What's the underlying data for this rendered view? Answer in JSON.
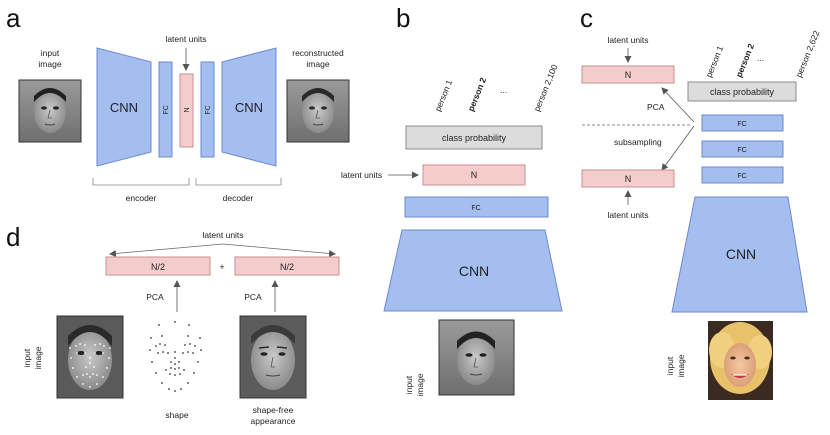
{
  "colors": {
    "blue_fill": "#a4bef0",
    "blue_stroke": "#6d8ad0",
    "pink_fill": "#f5cccc",
    "pink_stroke": "#c98f8f",
    "grey_fill": "#dcdcdc",
    "grey_stroke": "#8c8c8c"
  },
  "panels": {
    "a": "a",
    "b": "b",
    "c": "c",
    "d": "d"
  },
  "a": {
    "input_image_1": "input",
    "input_image_2": "image",
    "latent_units": "latent units",
    "cnn_left": "CNN",
    "fc_left": "FC",
    "n": "N",
    "fc_right": "FC",
    "cnn_right": "CNN",
    "recon_1": "reconstructed",
    "recon_2": "image",
    "encoder": "encoder",
    "decoder": "decoder"
  },
  "b": {
    "persons": [
      "person 1",
      "person 2",
      "...",
      "person 2,100"
    ],
    "class_probability": "class probability",
    "latent_units": "latent units",
    "n": "N",
    "fc": "FC",
    "cnn": "CNN",
    "input_image_1": "input",
    "input_image_2": "image"
  },
  "c": {
    "latent_units_top": "latent units",
    "n_top": "N",
    "persons": [
      "person 1",
      "person 2",
      "...",
      "person 2,622"
    ],
    "class_probability": "class probability",
    "pca": "PCA",
    "subsampling": "subsampling",
    "fc": [
      "FC",
      "FC",
      "FC"
    ],
    "n_bottom": "N",
    "latent_units_bottom": "latent units",
    "cnn": "CNN",
    "input_image_1": "input",
    "input_image_2": "image"
  },
  "d": {
    "latent_units": "latent units",
    "n2_left": "N/2",
    "plus": "+",
    "n2_right": "N/2",
    "pca_left": "PCA",
    "pca_right": "PCA",
    "input_image_1": "input",
    "input_image_2": "image",
    "shape": "shape",
    "appearance_1": "shape-free",
    "appearance_2": "appearance"
  }
}
